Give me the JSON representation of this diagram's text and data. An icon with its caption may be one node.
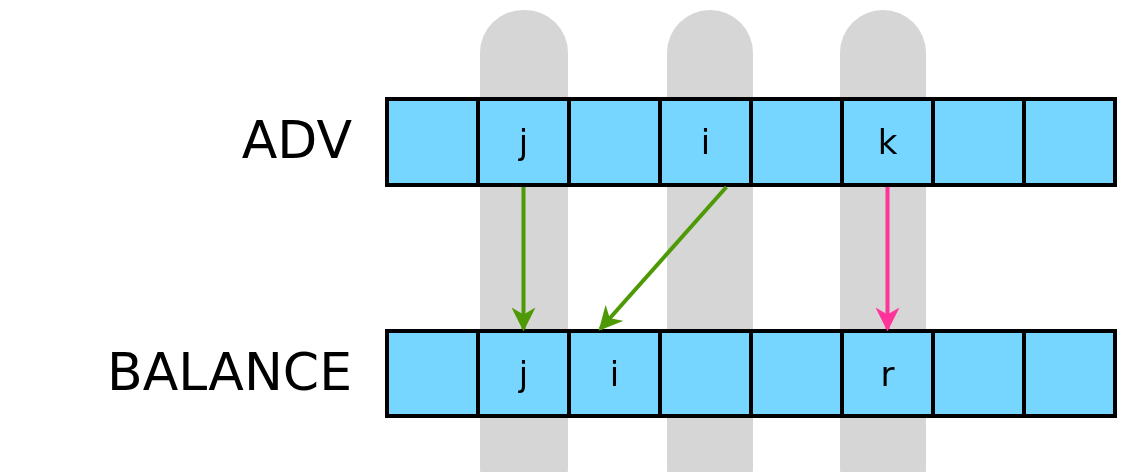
{
  "diagram": {
    "nodes": [
      {
        "text": [],
        "shape": "box"
      },
      {
        "text": [
          "j"
        ]
      },
      {
        "text": [],
        "shape": "box"
      },
      {
        "text": [
          "i"
        ]
      },
      {
        "text": [],
        "shape": "box"
      },
      {
        "text": [
          "k"
        ]
      },
      {
        "text": [],
        "shape": "box"
      },
      {
        "text": [],
        "shape": "box"
      },
      {
        "text": [],
        "shape": "box"
      },
      {
        "text": [
          "j"
        ]
      },
      {
        "text": [
          "i"
        ]
      },
      {
        "text": [],
        "shape": "box"
      },
      {
        "text": [],
        "shape": "box"
      },
      {
        "text": [
          "r"
        ]
      },
      {
        "text": [],
        "shape": "box"
      },
      {
        "text": [],
        "shape": "box"
      }
    ],
    "edges": [
      {
        "from": 1,
        "to": 9,
        "arrow": "to"
      },
      {
        "from": 3,
        "to": 10,
        "arrow": "to"
      },
      {
        "from": 5,
        "to": 13,
        "arrow": "to",
        "color": "#ff3399"
      }
    ],
    "labels": [
      "ADV",
      "BALANCE"
    ]
  }
}
